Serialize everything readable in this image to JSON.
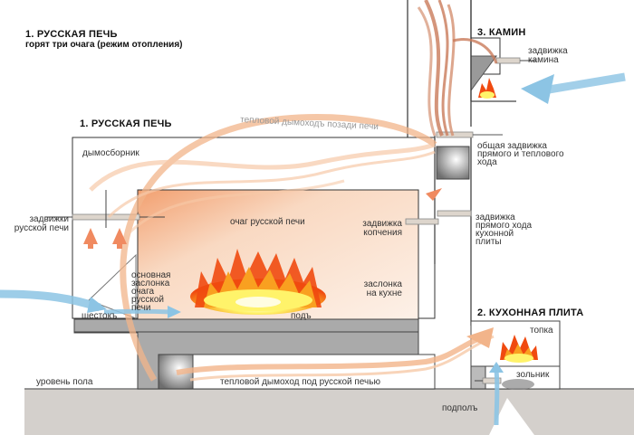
{
  "title": {
    "main": "1. РУССКАЯ ПЕЧЬ",
    "subtitle": "горят три очага (режим отопления)"
  },
  "sections": {
    "russian_stove": "1. РУССКАЯ ПЕЧЬ",
    "kitchen_stove": "2. КУХОННАЯ ПЛИТА",
    "fireplace": "3. КАМИН"
  },
  "labels": {
    "rear_heat_flue": "тепловой дымоходъ позади печи",
    "smoke_collector": "дымосборник",
    "russian_stove_dampers": [
      "задвижки",
      "русской печи"
    ],
    "hearth": "очаг русской печи",
    "smoking_damper": [
      "задвижка",
      "копчения"
    ],
    "kitchen_shutter": [
      "заслонка",
      "на кухне"
    ],
    "main_shutter": [
      "основная",
      "заслонка",
      "очага",
      "русской",
      "печи"
    ],
    "shestok": "шестокъ",
    "pod": "подъ",
    "floor_level": "уровень пола",
    "under_stove_flue": "тепловой дымоход под русской печью",
    "fireplace_damper": [
      "задвижка",
      "камина"
    ],
    "common_damper": [
      "общая задвижка",
      "прямого и теплового",
      "хода"
    ],
    "kitchen_direct_damper": [
      "задвижка",
      "прямого хода",
      "кухонной",
      "плиты"
    ],
    "firebox": "топка",
    "ash_pit": "зольник",
    "underfloor": "подполъ"
  },
  "colors": {
    "smoke": "#f2b48a",
    "smoke_dark": "#c97a5a",
    "air": "#8cc4e4",
    "masonry": "#aaaaaa",
    "ground": "#d4d0cc",
    "hearth_glow": "#f6c9a8",
    "flame": "#f04a10",
    "flame_core": "#fff36a"
  }
}
